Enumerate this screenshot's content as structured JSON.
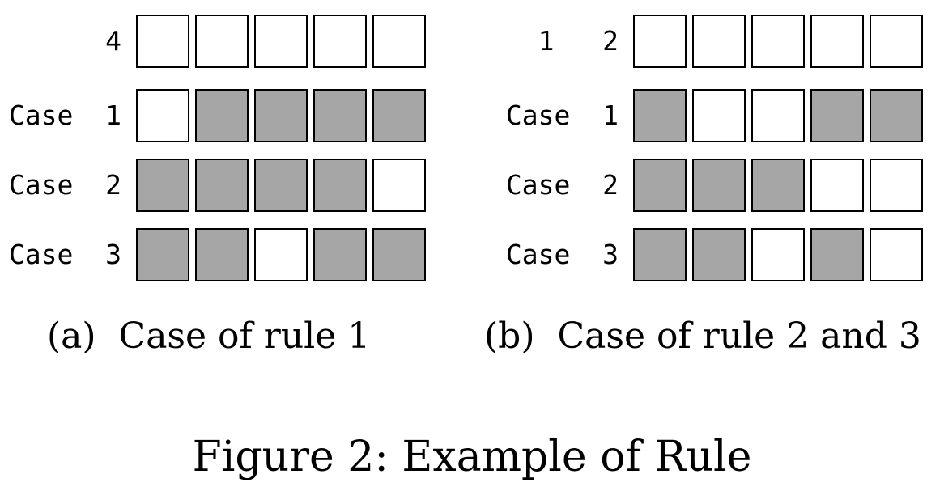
{
  "fill_color": "#a6a6a6",
  "empty_color": "#ffffff",
  "panels": [
    {
      "caption": "(a)  Case of rule 1",
      "header_label": "4",
      "header_cells": [
        0,
        0,
        0,
        0,
        0
      ],
      "rows": [
        {
          "label": "Case  1",
          "cells": [
            0,
            1,
            1,
            1,
            1
          ]
        },
        {
          "label": "Case  2",
          "cells": [
            1,
            1,
            1,
            1,
            0
          ]
        },
        {
          "label": "Case  3",
          "cells": [
            1,
            1,
            0,
            1,
            1
          ]
        }
      ]
    },
    {
      "caption": "(b)  Case of rule 2 and 3",
      "header_label": "1   2",
      "header_cells": [
        0,
        0,
        0,
        0,
        0
      ],
      "rows": [
        {
          "label": "Case  1",
          "cells": [
            1,
            0,
            0,
            1,
            1
          ]
        },
        {
          "label": "Case  2",
          "cells": [
            1,
            1,
            1,
            0,
            0
          ]
        },
        {
          "label": "Case  3",
          "cells": [
            1,
            1,
            0,
            1,
            0
          ]
        }
      ]
    }
  ],
  "figure_caption": "Figure 2:  Example of Rule"
}
